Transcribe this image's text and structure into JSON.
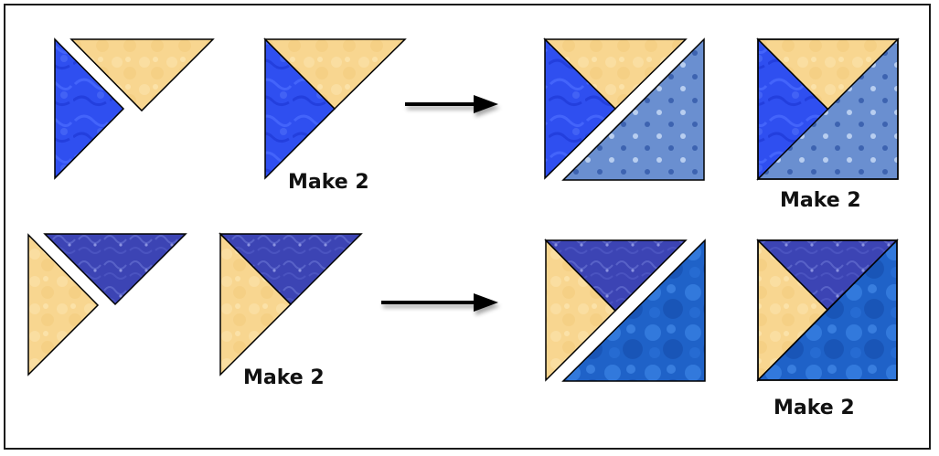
{
  "captions": {
    "row1_pair": "Make 2",
    "row1_result": "Make 2",
    "row2_pair": "Make 2",
    "row2_result": "Make 2"
  },
  "colors": {
    "royal_blue": "#2f4ff0",
    "royal_blue_dark": "#1e38d6",
    "light_yellow": "#f8d690",
    "light_yellow_dark": "#f0c070",
    "navy_print": "#3c44b4",
    "navy_print_light": "#5862c8",
    "dot_blue": "#6a8fd0",
    "dot_white": "#b8cef0",
    "mottled_blue": "#1f62c8",
    "mottled_blue_light": "#3b84e4",
    "outline": "#000000",
    "arrow": "#000000"
  }
}
